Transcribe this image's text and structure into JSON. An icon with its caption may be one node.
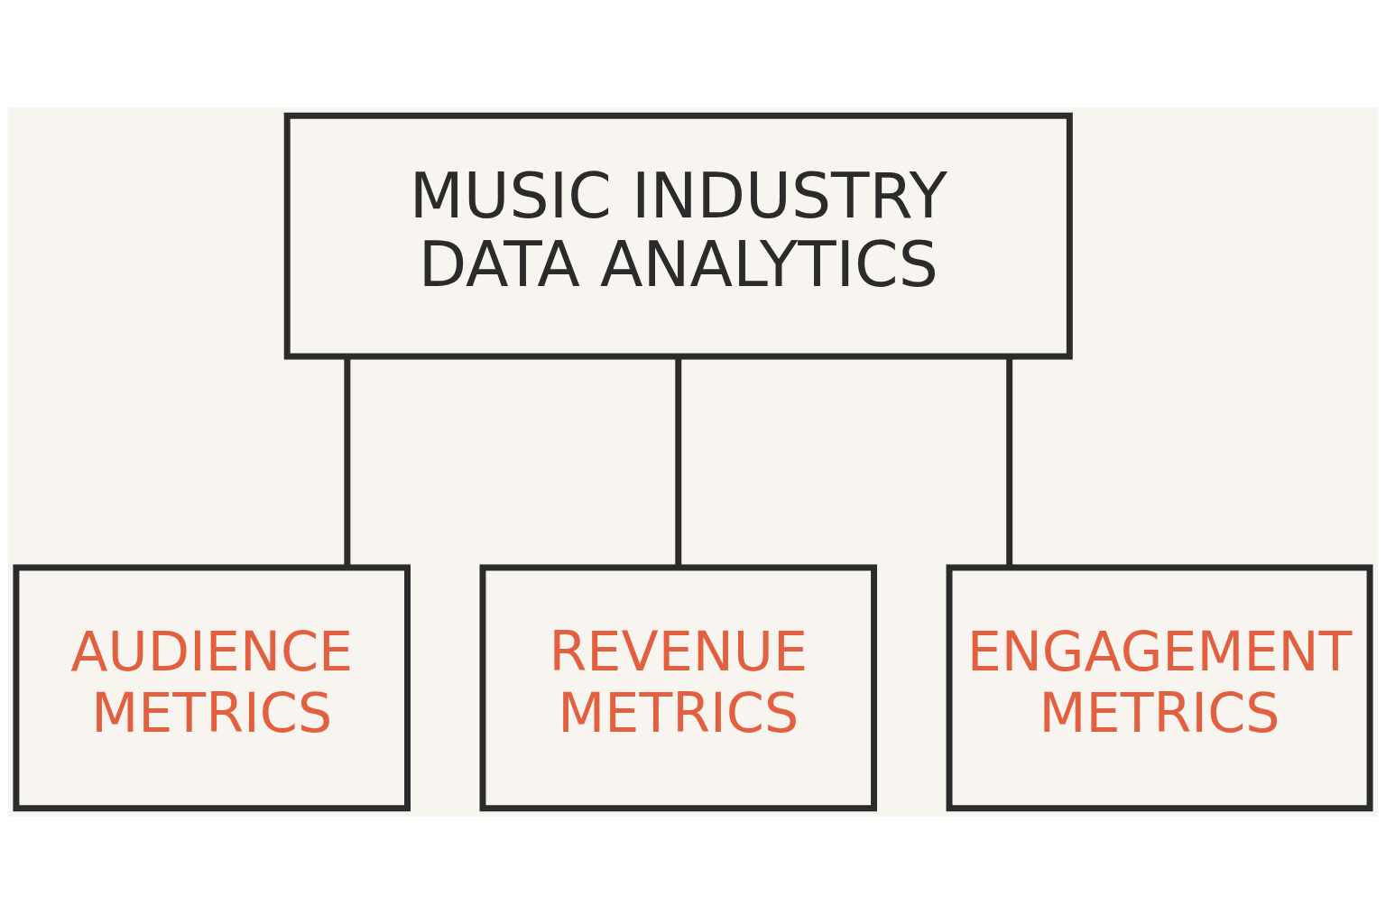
{
  "diagram": {
    "nodes": [
      {
        "text": [
          "MUSIC INDUSTRY DATA ANALYTICS"
        ]
      },
      {
        "text": [
          "AUDIENCE METRICS"
        ]
      },
      {
        "text": [
          "REVENUE METRICS"
        ]
      },
      {
        "text": [
          "ENGAGEMENT METRICS"
        ]
      }
    ],
    "edges": [
      {
        "from": 0,
        "to": 1,
        "arrow": "none"
      },
      {
        "from": 0,
        "to": 2,
        "arrow": "none"
      },
      {
        "from": 0,
        "to": 3,
        "arrow": "none"
      }
    ]
  }
}
